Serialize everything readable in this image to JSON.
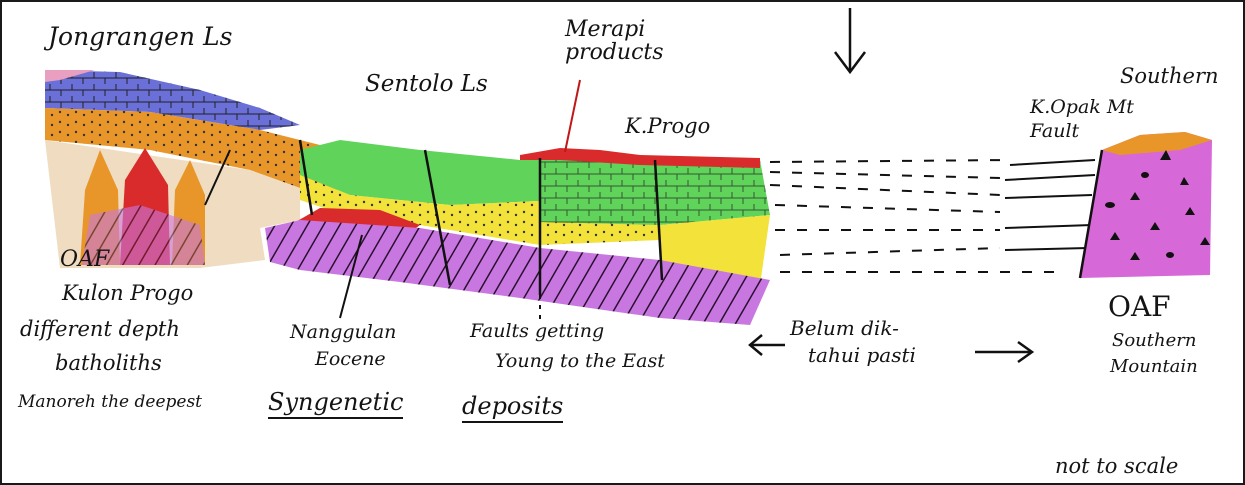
{
  "labels": {
    "jongrangen": "Jongrangen Ls",
    "merapi": "Merapi\nproducts",
    "sentolo": "Sentolo Ls",
    "southern": "Southern",
    "k_opak": "K.Opak Mt",
    "fault": "Fault",
    "k_progo": "K.Progo",
    "oaf_left": "OAF",
    "kulon_progo": "Kulon Progo",
    "different_depth": "different depth",
    "batholiths": "batholiths",
    "manoreh": "Manoreh the deepest",
    "syngenetic": "Syngenetic",
    "deposits": "deposits",
    "nanggulan": "Nanggulan",
    "eocene": "Eocene",
    "faults": "Faults getting",
    "young": "Young to the East",
    "belum_diketahui": "Belum dik-",
    "tahui_pasti": "tahui pasti",
    "oaf_right": "OAF",
    "southern_mountain_1": "Southern",
    "southern_mountain_2": "Mountain",
    "not_to_scale": "not to scale"
  },
  "colors": {
    "orange": "#e8962a",
    "yellow": "#f2e23a",
    "green": "#5fd35a",
    "purple": "#b04fd6",
    "magenta": "#d768d8",
    "red": "#d92b2b",
    "blue": "#3a6fd8",
    "pink": "#e9a0c0",
    "tan": "#f0dcc0"
  },
  "icons": {
    "down_arrow": "down-arrow-icon",
    "double_arrow": "left-right-arrow-icon"
  }
}
